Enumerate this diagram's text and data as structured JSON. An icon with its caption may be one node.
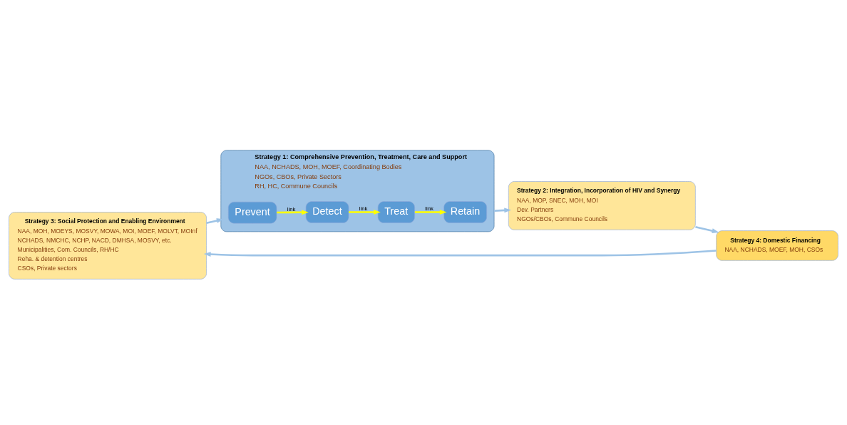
{
  "diagram": {
    "nodes": [
      {
        "text": [
          "Strategy 3: Social Protection and Enabling Environment",
          "NAA, MOH, MOEYS, MOSVY, MOWA, MOI, MOEF, MOLVT, MOInf",
          "NCHADS, NMCHC, NCHP, NACD, DMHSA, MOSVY, etc.",
          "Municipalities, Com. Councils, RH/HC",
          "Reha. & detention centres",
          "CSOs, Private sectors"
        ]
      },
      {
        "text": [
          "Strategy 1: Comprehensive Prevention, Treatment, Care and Support",
          "NAA, NCHADS, MOH, MOEF, Coordinating Bodies",
          "NGOs, CBOs, Private Sectors",
          "RH, HC, Commune Councils"
        ]
      },
      {
        "text": [
          "Prevent"
        ],
        "in": 1
      },
      {
        "text": [
          "Detect"
        ],
        "in": 1
      },
      {
        "text": [
          "Treat"
        ],
        "in": 1
      },
      {
        "text": [
          "Retain"
        ],
        "in": 1
      },
      {
        "text": [
          "Strategy 2: Integration, Incorporation of HIV and Synergy",
          "NAA, MOP, SNEC, MOH, MOI",
          "Dev. Partners",
          "NGOs/CBOs, Commune Councils"
        ]
      },
      {
        "text": [
          "Strategy 4: Domestic Financing",
          "NAA, NCHADS, MOEF, MOH, CSOs"
        ]
      }
    ],
    "edges": [
      {
        "from": 0,
        "to": 1,
        "arrow": "to"
      },
      {
        "from": 1,
        "to": 6,
        "arrow": "to"
      },
      {
        "from": 6,
        "to": 7,
        "arrow": "to"
      },
      {
        "from": 7,
        "to": 0,
        "arrow": "to"
      },
      {
        "from": 2,
        "to": 3,
        "arrow": "to",
        "label": "link",
        "color": "#ffff00"
      },
      {
        "from": 3,
        "to": 4,
        "arrow": "to",
        "label": "link",
        "color": "#ffff00"
      },
      {
        "from": 4,
        "to": 5,
        "arrow": "to",
        "label": "link",
        "color": "#ffff00"
      }
    ]
  }
}
